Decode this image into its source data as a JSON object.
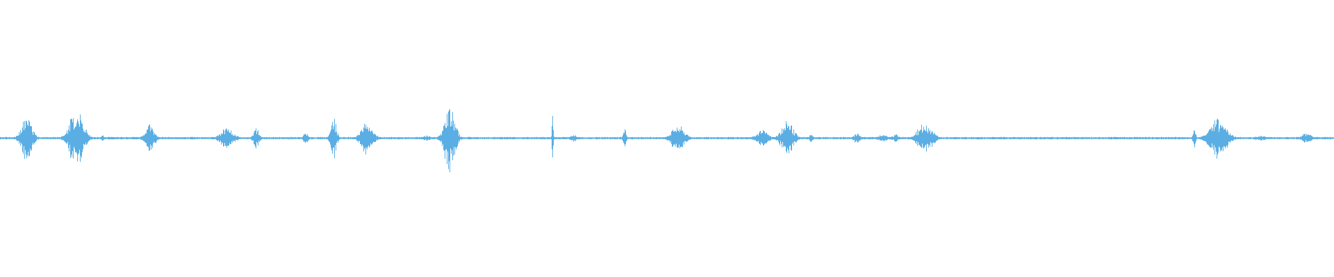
{
  "colors": {
    "background": "#ffffff",
    "waveform": "#5aaee3"
  },
  "waveform": {
    "baseline_amplitude": 0.006,
    "bursts": [
      {
        "t": 0.02,
        "amp": 0.19,
        "spread": 0.0035
      },
      {
        "t": 0.057,
        "amp": 0.25,
        "spread": 0.0045
      },
      {
        "t": 0.077,
        "amp": 0.03,
        "spread": 0.0008
      },
      {
        "t": 0.112,
        "amp": 0.12,
        "spread": 0.003
      },
      {
        "t": 0.17,
        "amp": 0.1,
        "spread": 0.004
      },
      {
        "t": 0.192,
        "amp": 0.08,
        "spread": 0.002
      },
      {
        "t": 0.229,
        "amp": 0.05,
        "spread": 0.0015
      },
      {
        "t": 0.25,
        "amp": 0.16,
        "spread": 0.002
      },
      {
        "t": 0.275,
        "amp": 0.13,
        "spread": 0.004
      },
      {
        "t": 0.32,
        "amp": 0.02,
        "spread": 0.0025
      },
      {
        "t": 0.337,
        "amp": 0.28,
        "spread": 0.0035
      },
      {
        "t": 0.414,
        "amp": 0.17,
        "spread": 0.0005
      },
      {
        "t": 0.43,
        "amp": 0.03,
        "spread": 0.002
      },
      {
        "t": 0.468,
        "amp": 0.08,
        "spread": 0.001
      },
      {
        "t": 0.508,
        "amp": 0.12,
        "spread": 0.004
      },
      {
        "t": 0.571,
        "amp": 0.06,
        "spread": 0.004
      },
      {
        "t": 0.59,
        "amp": 0.14,
        "spread": 0.004
      },
      {
        "t": 0.608,
        "amp": 0.03,
        "spread": 0.0015
      },
      {
        "t": 0.642,
        "amp": 0.04,
        "spread": 0.002
      },
      {
        "t": 0.662,
        "amp": 0.03,
        "spread": 0.003
      },
      {
        "t": 0.671,
        "amp": 0.03,
        "spread": 0.002
      },
      {
        "t": 0.693,
        "amp": 0.12,
        "spread": 0.005
      },
      {
        "t": 0.895,
        "amp": 0.08,
        "spread": 0.001
      },
      {
        "t": 0.913,
        "amp": 0.16,
        "spread": 0.0055
      },
      {
        "t": 0.945,
        "amp": 0.02,
        "spread": 0.004
      },
      {
        "t": 0.979,
        "amp": 0.04,
        "spread": 0.003
      }
    ]
  }
}
